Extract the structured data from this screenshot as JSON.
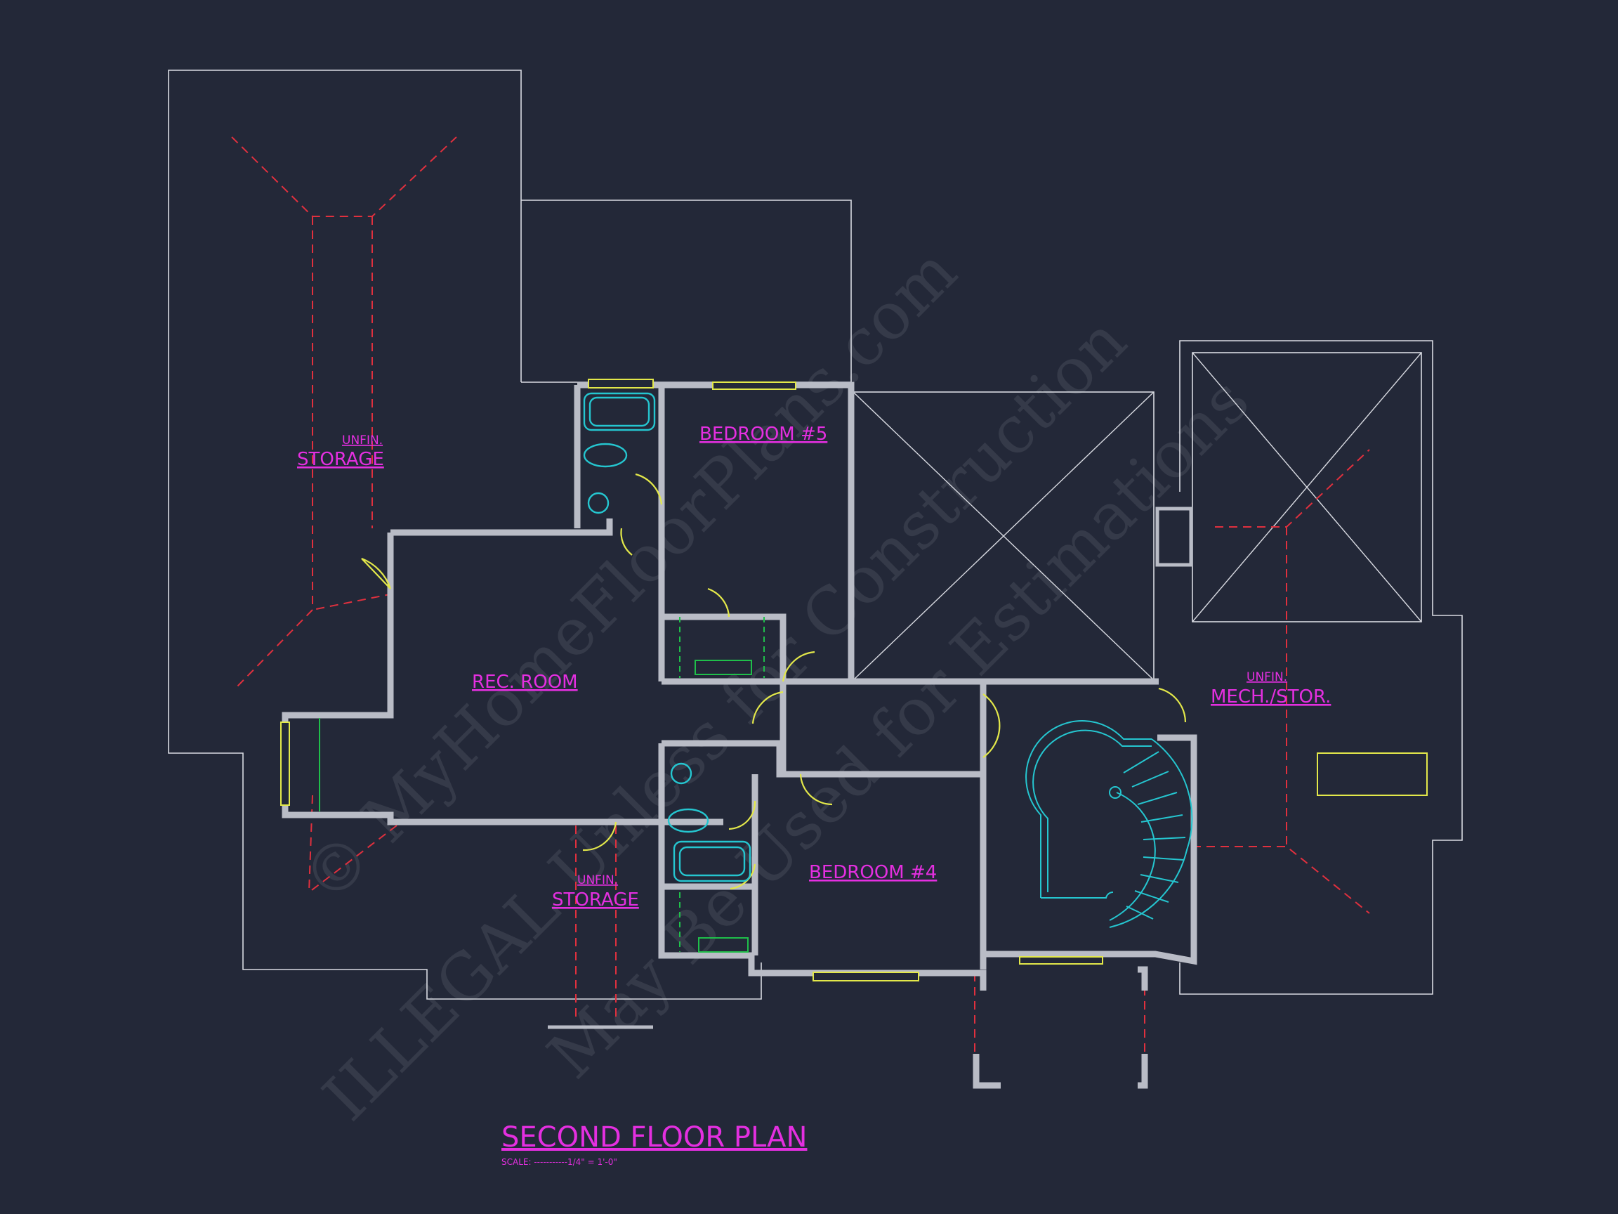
{
  "drawing": {
    "title": "SECOND FLOOR PLAN",
    "scale_label": "SCALE: -----------1/4\" = 1'-0\""
  },
  "rooms": {
    "bedroom5": "BEDROOM #5",
    "bedroom4": "BEDROOM #4",
    "rec_room": "REC. ROOM",
    "storage_left_top": "UNFIN.",
    "storage_left_bottom": "STORAGE",
    "storage_bottom_top": "UNFIN.",
    "storage_bottom_bottom": "STORAGE",
    "mech_top": "UNFIN.",
    "mech_bottom": "MECH./STOR."
  },
  "watermark": {
    "line1": "© MyHomeFloorPlans.com",
    "line2": "ILLEGAL Unless for Construction",
    "line3": "May Be Used for Estimations"
  },
  "colors": {
    "background": "#232838",
    "room_label": "#e42fe0",
    "wall": "#b9bcc6",
    "ridge": "#e0303e",
    "window_door": "#e3e84a",
    "fixture": "#25c6d0",
    "closet": "#1fbf4a"
  }
}
